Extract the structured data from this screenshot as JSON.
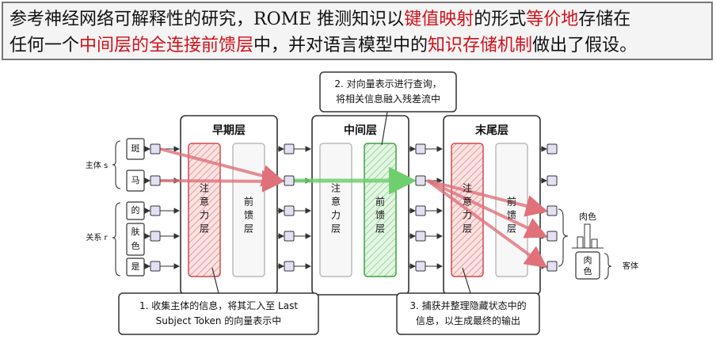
{
  "caption": {
    "line1": [
      {
        "text": "参考神经网络可解释性的研究，ROME 推测知识以",
        "hl": false
      },
      {
        "text": "键值映射",
        "hl": true
      },
      {
        "text": "的形式",
        "hl": false
      },
      {
        "text": "等价地",
        "hl": true
      },
      {
        "text": "存储在",
        "hl": false
      }
    ],
    "line2": [
      {
        "text": "任何一个",
        "hl": false
      },
      {
        "text": "中间层的全连接前馈层",
        "hl": true
      },
      {
        "text": "中，并对语言模型中的",
        "hl": false
      },
      {
        "text": "知识存储机制",
        "hl": true
      },
      {
        "text": "做出了假设。",
        "hl": false
      }
    ]
  },
  "diagram": {
    "tokens": [
      "斑",
      "马",
      "的",
      "肤",
      "色",
      "是"
    ],
    "subject_label": "主体 s",
    "relation_label": "关系 r",
    "object_label": "客体",
    "output_tokens": [
      "肉",
      "色"
    ],
    "histogram_label": "肉色",
    "layers": [
      {
        "title": "早期层",
        "attn": "注意力层",
        "ffn": "前馈层"
      },
      {
        "title": "中间层",
        "attn": "注意力层",
        "ffn": "前馈层"
      },
      {
        "title": "末尾层",
        "attn": "注意力层",
        "ffn": "前馈层"
      }
    ],
    "notes": [
      {
        "lines": [
          "1. 收集主体的信息，将其汇入至 Last",
          "Subject Token 的向量表示中"
        ]
      },
      {
        "lines": [
          "2. 对向量表示进行查询，",
          "将相关信息融入残差流中"
        ]
      },
      {
        "lines": [
          "3. 捕获并整理隐藏状态中的",
          "信息，以生成最终的输出"
        ]
      }
    ],
    "colors": {
      "attention": "#d24a4a",
      "ffn_mid": "#3fa33f",
      "arrow_red": "#e0707a",
      "arrow_green": "#6fcf6f",
      "node_fill": "#e4e0f4"
    }
  }
}
